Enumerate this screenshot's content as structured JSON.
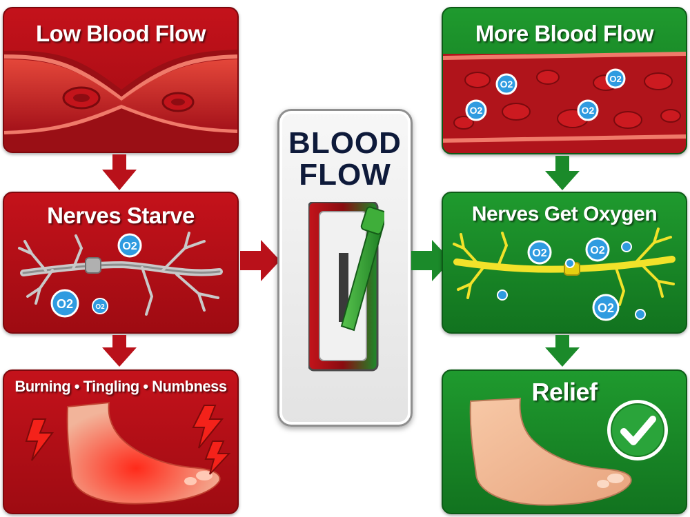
{
  "left_column": {
    "panel1_title": "Low Blood Flow",
    "panel2_title": "Nerves Starve",
    "panel3_title": "Burning • Tingling • Numbness",
    "oxygen_label": "O2",
    "color": "#b5101a"
  },
  "center_switch": {
    "title_line1": "BLOOD",
    "title_line2": "FLOW",
    "lever_color": "#3aa83a"
  },
  "right_column": {
    "panel1_title": "More Blood Flow",
    "panel2_title": "Nerves Get Oxygen",
    "panel3_title": "Relief",
    "oxygen_label": "O2",
    "color": "#1b8a2a",
    "badge_icon": "checkmark-icon"
  }
}
